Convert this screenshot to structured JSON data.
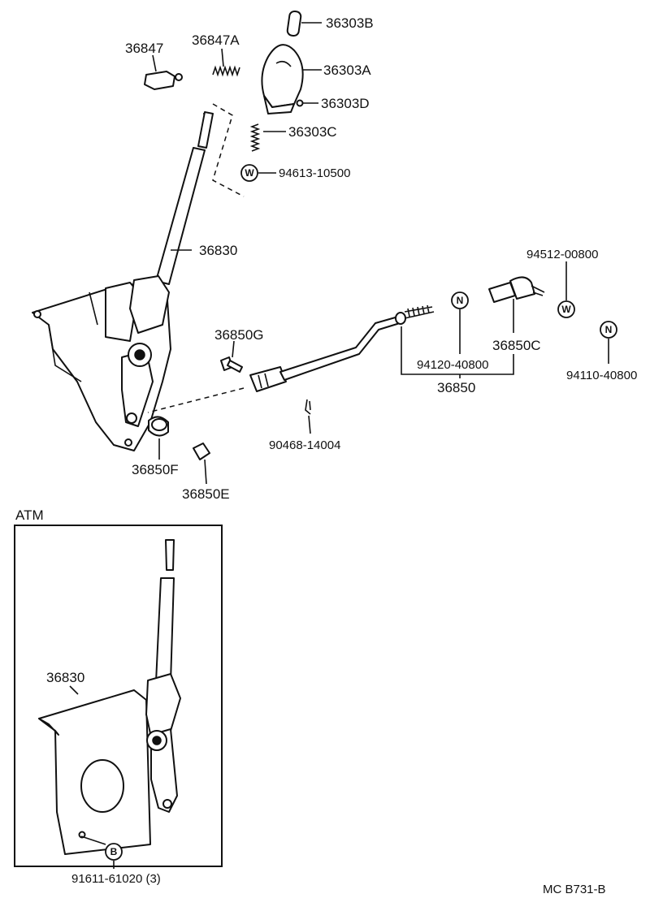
{
  "labels": {
    "p36303B": "36303B",
    "p36847": "36847",
    "p36847A": "36847A",
    "p36303A": "36303A",
    "p36303D": "36303D",
    "p36303C": "36303C",
    "p94613": "94613-10500",
    "p36830": "36830",
    "p94512": "94512-00800",
    "p36850G": "36850G",
    "p36850C": "36850C",
    "p94120": "94120-40800",
    "p36850": "36850",
    "p94110": "94110-40800",
    "p90468": "90468-14004",
    "p36850F": "36850F",
    "p36850E": "36850E",
    "atm_title": "ATM",
    "atm_36830": "36830",
    "atm_91611": "91611-61020 (3)",
    "diagram_code": "MC  B731-B"
  },
  "badges": {
    "w1": "W",
    "n1": "N",
    "w2": "W",
    "n2": "N",
    "b1": "B"
  }
}
